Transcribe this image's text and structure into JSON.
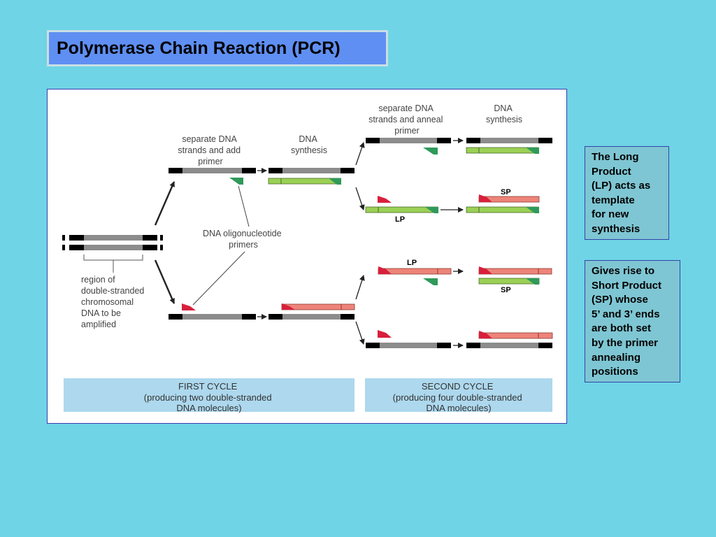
{
  "title": "Polymerase Chain Reaction (PCR)",
  "diagram": {
    "labels": {
      "separate_add": [
        "separate DNA",
        "strands and add",
        "primer"
      ],
      "dna_synthesis_1": [
        "DNA",
        "synthesis"
      ],
      "separate_anneal": [
        "separate DNA",
        "strands and anneal",
        "primer"
      ],
      "dna_synthesis_2": [
        "DNA",
        "synthesis"
      ],
      "primers": [
        "DNA oligonucleotide",
        "primers"
      ],
      "region": [
        "region of",
        "double-stranded",
        "chromosomal",
        "DNA to be",
        "amplified"
      ]
    },
    "tags": {
      "sp_top": "SP",
      "lp_top": "LP",
      "lp_bottom": "LP",
      "sp_bottom": "SP"
    },
    "captions": {
      "first_cycle": [
        "FIRST CYCLE",
        "(producing two double-stranded",
        "DNA molecules)"
      ],
      "second_cycle": [
        "SECOND CYCLE",
        "(producing four double-stranded",
        "DNA molecules)"
      ]
    },
    "colors": {
      "template_strand": "#8c8c8c",
      "strand_end": "#000000",
      "long_product": "#9bd055",
      "short_product": "#ee8479",
      "primer_green": "#2f9a5a",
      "primer_red": "#d81f3c",
      "caption_bg": "#add8ee"
    }
  },
  "notes": {
    "long_product": [
      "The Long",
      "Product",
      "(LP) acts as",
      "template",
      "for new",
      "synthesis"
    ],
    "short_product": [
      "Gives rise to",
      "Short Product",
      "(SP) whose",
      "5’ and 3’ ends",
      "are both set",
      "by the primer",
      "annealing",
      "positions"
    ]
  }
}
